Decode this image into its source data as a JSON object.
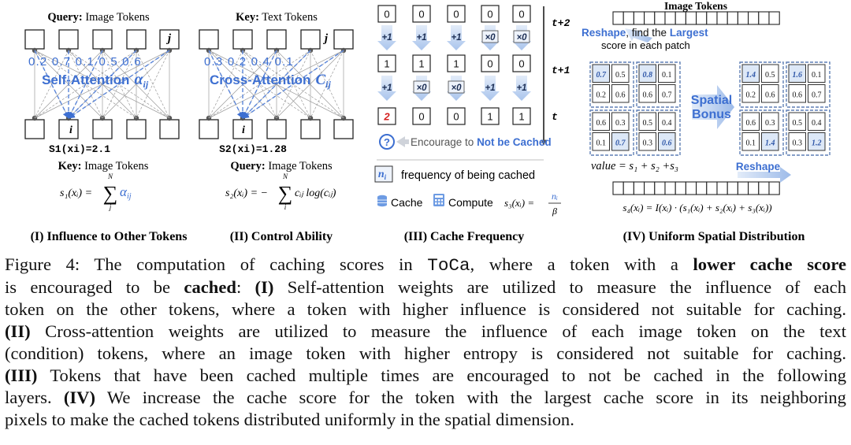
{
  "panels": {
    "p1": {
      "title_bold": "Query:",
      "title_rest": " Image Tokens",
      "j_label": "j",
      "weights": "0.2 0.7 0.1 0.5 0.6",
      "attn_label": "Self-Attention",
      "attn_symbol": "α",
      "attn_sub": "ij",
      "i_label": "i",
      "score_line": "S1(xi)=2.1",
      "key_bold": "Key:",
      "key_rest": " Image Tokens",
      "formula_lhs": "s₁(xᵢ) =",
      "formula_sum_top": "N",
      "formula_sum_bottom": "j",
      "formula_term": "α",
      "formula_term_sub": "ij",
      "caption": "(I) Influence to Other Tokens"
    },
    "p2": {
      "title_bold": "Key:",
      "title_rest": " Text Tokens",
      "j_label": "j",
      "weights": "0.3 0.2 0.4 0.1",
      "attn_label": "Cross-Attention",
      "attn_symbol": "C",
      "attn_sub": "ij",
      "i_label": "i",
      "score_line": "S2(xi)=1.28",
      "query_bold": "Query:",
      "query_rest": " Image Tokens",
      "formula_lhs": "s₂(xᵢ) = −",
      "formula_sum_top": "N",
      "formula_sum_bottom": "i",
      "formula_term": "cᵢⱼ log(cᵢⱼ)",
      "caption": "(II) Control Ability"
    },
    "p3": {
      "row_top": [
        "0",
        "0",
        "0",
        "0",
        "0"
      ],
      "ops_1": [
        "+1",
        "+1",
        "+1",
        "×0",
        "×0"
      ],
      "row_mid": [
        "1",
        "1",
        "1",
        "0",
        "0"
      ],
      "ops_2": [
        "+1",
        "×0",
        "×0",
        "+1",
        "+1"
      ],
      "row_bot": [
        "2",
        "0",
        "0",
        "1",
        "1"
      ],
      "time_labels": [
        "t+2",
        "t+1",
        "t"
      ],
      "encourage_text": "Encourage to ",
      "encourage_bold": "Not be Cached",
      "question": "?",
      "legend_n": "n",
      "legend_n_sub": "i",
      "legend_n_text": "frequency of being cached",
      "cache_label": "Cache",
      "compute_label": "Compute",
      "s3_lhs": "s₃(xᵢ) =",
      "s3_num": "nᵢ",
      "s3_den": "β",
      "caption": "(III) Cache Frequency"
    },
    "p4": {
      "title": "Image Tokens",
      "reshape_bold": "Reshape",
      "reshape_rest": ", find the ",
      "largest_bold": "Largest",
      "score_line": "score in each patch",
      "grid_left": [
        [
          "0.7",
          "0.5",
          "0.8",
          "0.1"
        ],
        [
          "0.2",
          "0.6",
          "0.6",
          "0.7"
        ],
        [
          "0.6",
          "0.3",
          "0.5",
          "0.4"
        ],
        [
          "0.1",
          "0.7",
          "0.3",
          "0.6"
        ]
      ],
      "grid_right": [
        [
          "1.4",
          "0.5",
          "1.6",
          "0.1"
        ],
        [
          "0.2",
          "0.6",
          "0.6",
          "0.7"
        ],
        [
          "0.6",
          "0.3",
          "0.5",
          "0.4"
        ],
        [
          "0.1",
          "1.4",
          "0.3",
          "1.2"
        ]
      ],
      "spatial_line1": "Spatial",
      "spatial_line2": "Bonus",
      "value_formula": "value = s₁ + s₂ +s₃",
      "reshape2": "Reshape",
      "s4_formula": "s₄(xᵢ) = I(xᵢ) · (s₁(xᵢ) + s₂(xᵢ) + s₃(xᵢ))",
      "caption": "(IV) Uniform Spatial Distribution"
    }
  },
  "caption": {
    "line1_a": "Figure 4:  The computation of caching scores in ",
    "line1_code": "ToCa",
    "line1_b": ", where a token with a ",
    "line1_bold": "lower cache score",
    "line2_a": "is encouraged to be ",
    "line2_bold": "cached",
    "line2_b": ": ",
    "line2_bold2": "(I)",
    "line2_c": " Self-attention weights are utilized to measure the influence of each",
    "line3": "token on the other tokens, where a token with higher influence is considered not suitable for caching.",
    "line4_bold": "(II)",
    "line4_rest": " Cross-attention weights are utilized to measure the influence of each image token on the text",
    "line5": "(condition) tokens, where an image token with higher entropy is considered not suitable for caching.",
    "line6_bold": "(III)",
    "line6_rest": " Tokens that have been cached multiple times are encouraged to not be cached in the following",
    "line7_a": "layers.  ",
    "line7_bold": "(IV)",
    "line7_rest": " We increase the cache score for the token with the largest cache score in its neighboring",
    "line8": "pixels to make the cached tokens distributed uniformly in the spatial dimension."
  },
  "colors": {
    "blue": "#3d6fd1",
    "dash_blue": "#5b86d9",
    "red": "#d41f1f",
    "light_blue_fill": "#dde8f7",
    "arrow_blue": "#a9c4ec",
    "gray_line": "#8a8a8a"
  }
}
